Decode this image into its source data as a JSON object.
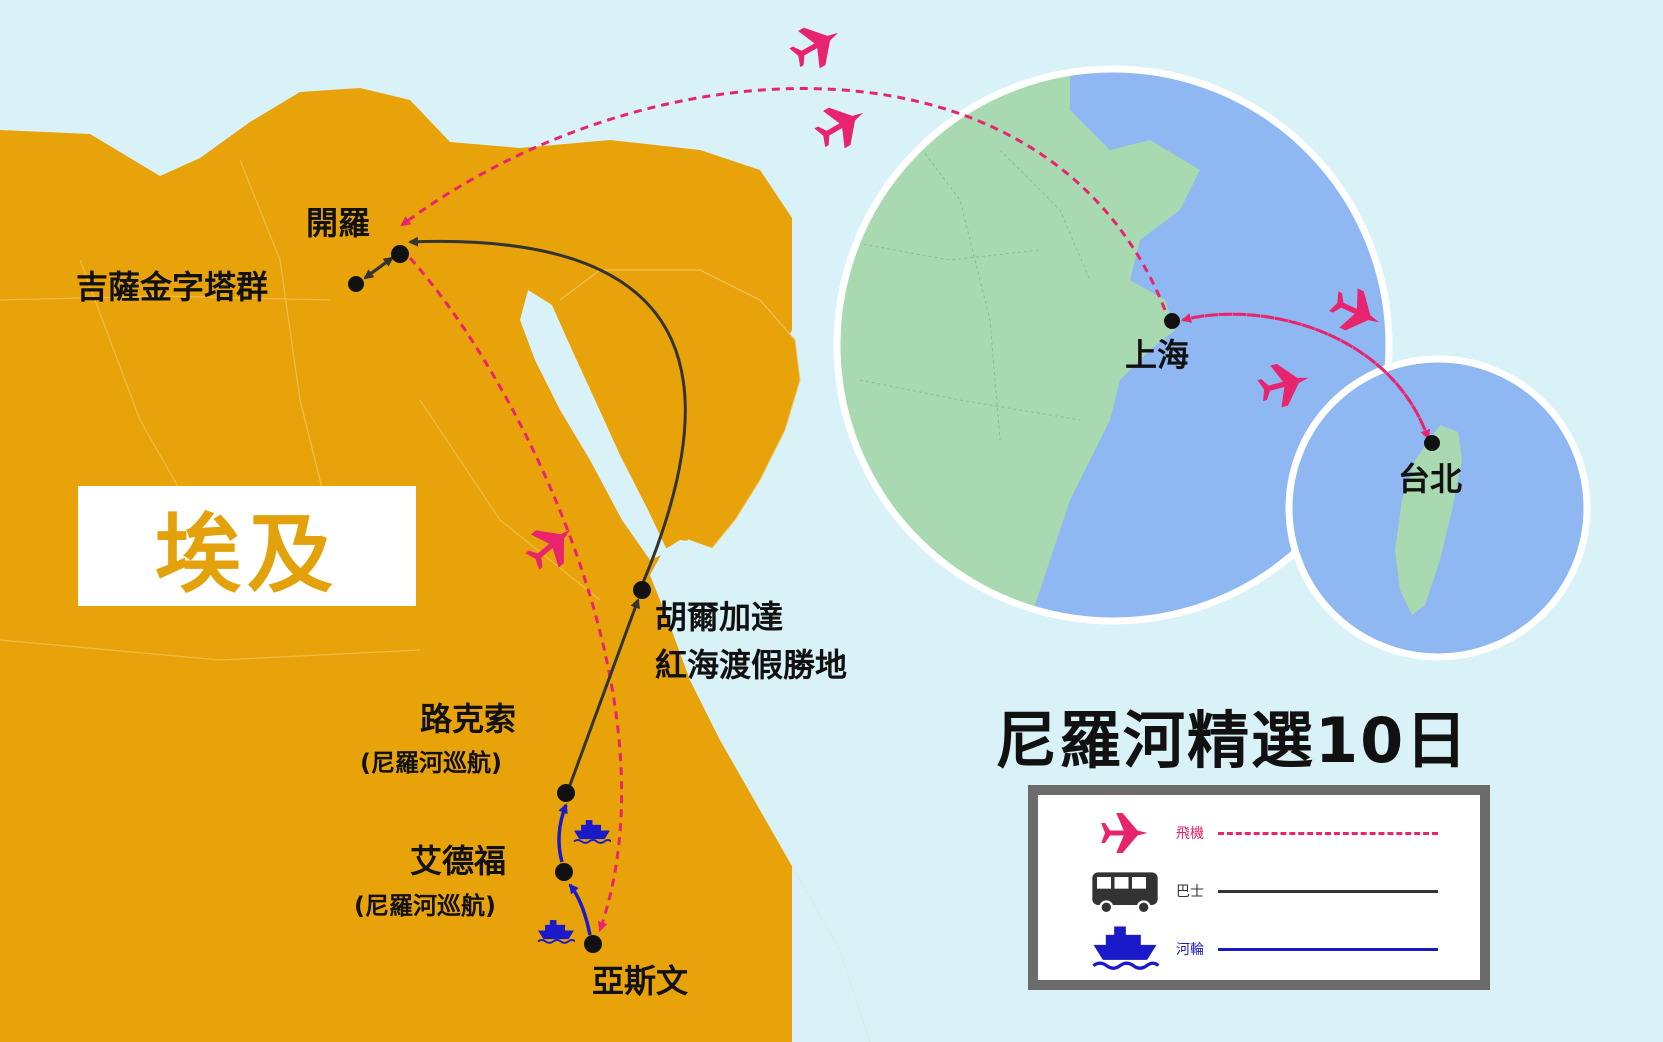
{
  "cities": {
    "cairo": "開羅",
    "giza": "吉薩金字塔群",
    "hurghada_line1": "胡爾加達",
    "hurghada_line2": "紅海渡假勝地",
    "luxor": "路克索",
    "luxor_note": "(尼羅河巡航)",
    "edfu": "艾德福",
    "edfu_note": "(尼羅河巡航)",
    "aswan": "亞斯文",
    "shanghai": "上海",
    "taipei": "台北"
  },
  "country": "埃及",
  "tour_title": "尼羅河精選10日",
  "legend": {
    "flight": "飛機",
    "bus": "巴士",
    "cruise": "河輪"
  },
  "colors": {
    "sea": "#d9f2f7",
    "land_egypt": "#e8a30b",
    "land_china": "#a8d9b0",
    "ocean_circle": "#8fb8f2",
    "flight": "#e8246f",
    "bus": "#333333",
    "cruise": "#1a1ac8"
  },
  "icons": [
    "airplane-icon",
    "bus-icon",
    "ship-icon"
  ]
}
